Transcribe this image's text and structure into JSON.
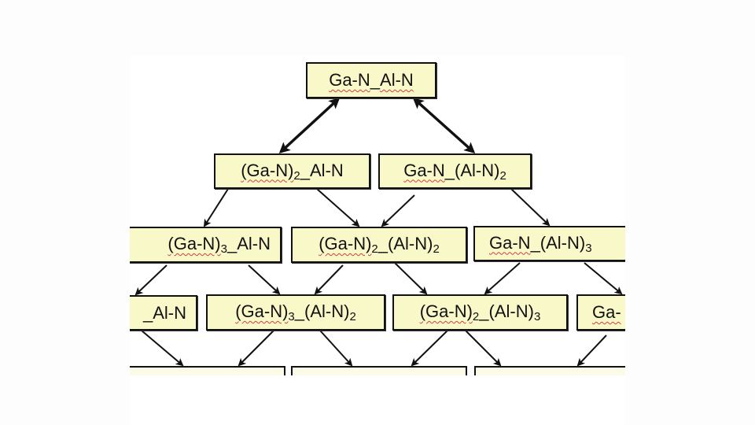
{
  "diagram": {
    "title": "Ga-N / Al-N superlattice composition tree",
    "colors": {
      "node_fill": "#f8f8c8",
      "border": "#111111",
      "background": "#ffffff",
      "spellcheck_underline": "#d04040"
    },
    "nodes": [
      {
        "id": "root",
        "row": 0,
        "parts": [
          {
            "t": "Ga-N",
            "sq": true
          },
          {
            "t": "_"
          },
          {
            "t": "Al-N",
            "sq": true
          }
        ]
      },
      {
        "id": "g2a1",
        "row": 1,
        "parts": [
          {
            "t": "(Ga-N)",
            "sq": true
          },
          {
            "sub": "2"
          },
          {
            "t": "_Al-N"
          }
        ]
      },
      {
        "id": "g1a2",
        "row": 1,
        "parts": [
          {
            "t": "Ga-N",
            "sq": true
          },
          {
            "t": "_(Al-N)"
          },
          {
            "sub": "2"
          }
        ]
      },
      {
        "id": "g3a1",
        "row": 2,
        "parts": [
          {
            "t": "(Ga-N)",
            "sq": true
          },
          {
            "sub": "3"
          },
          {
            "t": "_Al-N"
          }
        ]
      },
      {
        "id": "g2a2",
        "row": 2,
        "parts": [
          {
            "t": "(Ga-N)",
            "sq": true
          },
          {
            "sub": "2"
          },
          {
            "t": "_(Al-N)"
          },
          {
            "sub": "2"
          }
        ]
      },
      {
        "id": "g1a3",
        "row": 2,
        "parts": [
          {
            "t": "Ga-N",
            "sq": true
          },
          {
            "t": "_(Al-N)"
          },
          {
            "sub": "3"
          }
        ]
      },
      {
        "id": "g4a1",
        "row": 3,
        "parts": [
          {
            "t": "_Al-N"
          }
        ],
        "clipped": "left"
      },
      {
        "id": "g3a2",
        "row": 3,
        "parts": [
          {
            "t": "(Ga-N)",
            "sq": true
          },
          {
            "sub": "3"
          },
          {
            "t": "_(Al-N)"
          },
          {
            "sub": "2"
          }
        ]
      },
      {
        "id": "g2a3",
        "row": 3,
        "parts": [
          {
            "t": "(Ga-N)",
            "sq": true
          },
          {
            "sub": "2"
          },
          {
            "t": "_(Al-N)"
          },
          {
            "sub": "3"
          }
        ]
      },
      {
        "id": "g1a4",
        "row": 3,
        "parts": [
          {
            "t": "Ga-",
            "sq": true
          }
        ],
        "clipped": "right"
      }
    ],
    "edges": [
      {
        "from": "root",
        "to": "g2a1",
        "bidirectional": true
      },
      {
        "from": "root",
        "to": "g1a2",
        "bidirectional": true
      },
      {
        "from": "g2a1",
        "to": "g3a1"
      },
      {
        "from": "g2a1",
        "to": "g2a2"
      },
      {
        "from": "g1a2",
        "to": "g2a2"
      },
      {
        "from": "g1a2",
        "to": "g1a3"
      },
      {
        "from": "g3a1",
        "to": "g4a1"
      },
      {
        "from": "g3a1",
        "to": "g3a2"
      },
      {
        "from": "g2a2",
        "to": "g3a2"
      },
      {
        "from": "g2a2",
        "to": "g2a3"
      },
      {
        "from": "g1a3",
        "to": "g2a3"
      },
      {
        "from": "g1a3",
        "to": "g1a4"
      },
      {
        "from": "g4a1",
        "to": "row4-a"
      },
      {
        "from": "g3a2",
        "to": "row4-a"
      },
      {
        "from": "g3a2",
        "to": "row4-b"
      },
      {
        "from": "g2a3",
        "to": "row4-b"
      },
      {
        "from": "g2a3",
        "to": "row4-c"
      },
      {
        "from": "g1a4",
        "to": "row4-c"
      }
    ]
  }
}
